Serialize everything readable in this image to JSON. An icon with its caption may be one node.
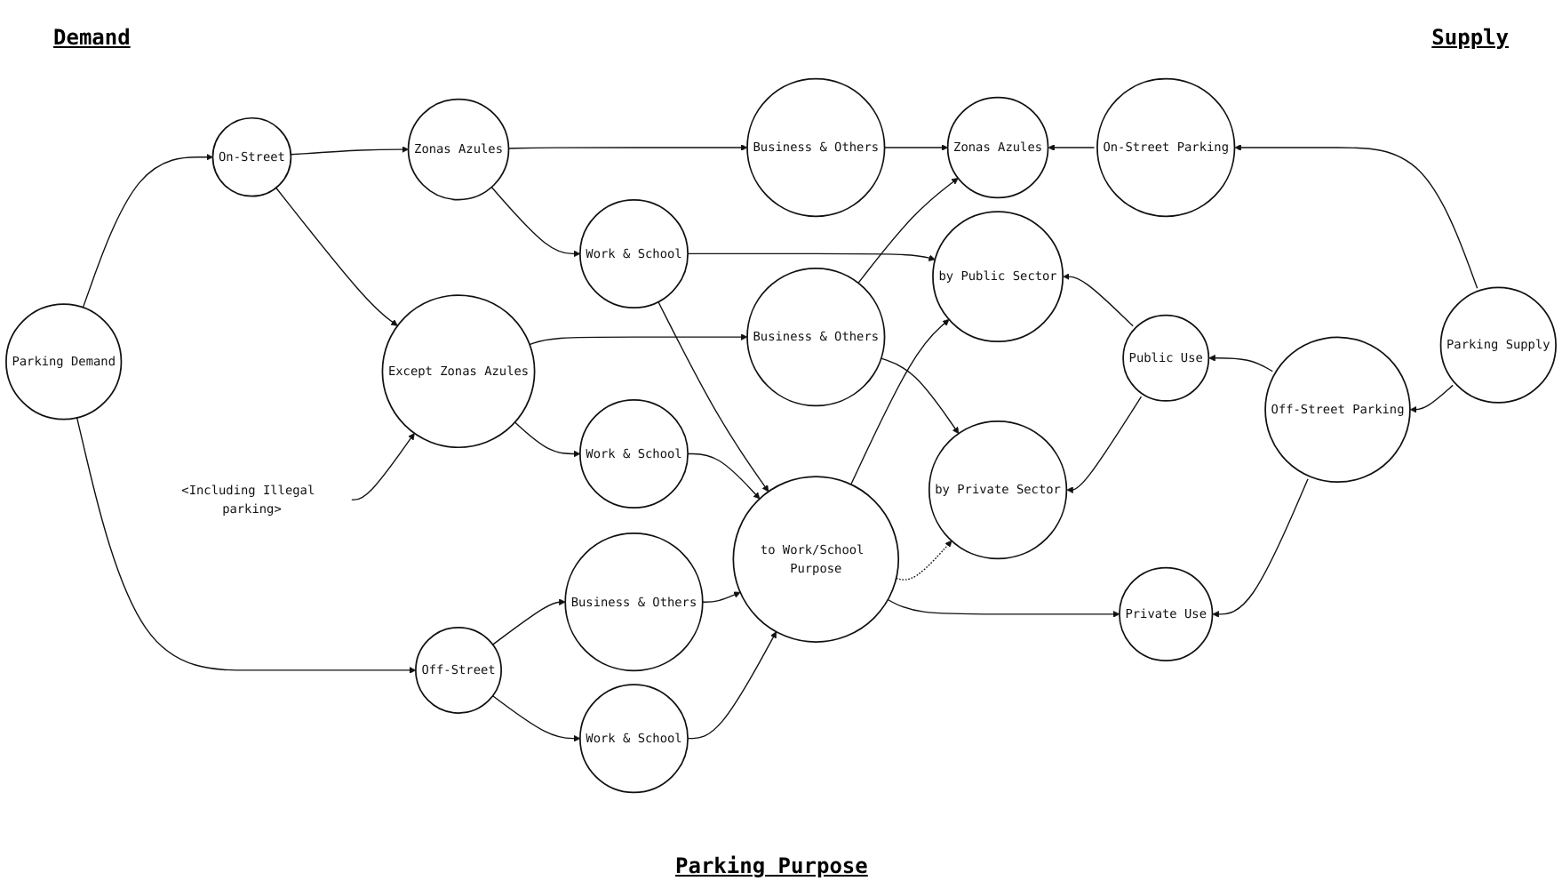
{
  "diagram": {
    "nodes": [
      {
        "text": [
          "Parking Demand"
        ]
      },
      {
        "text": [
          "On-Street"
        ]
      },
      {
        "text": [
          "Off-Street"
        ]
      },
      {
        "text": [
          "Zonas Azules"
        ]
      },
      {
        "text": [
          "Except Zonas Azules"
        ]
      },
      {
        "text": [
          "Business & Others"
        ]
      },
      {
        "text": [
          "Work & School"
        ]
      },
      {
        "text": [
          "Business & Others"
        ]
      },
      {
        "text": [
          "Work & School"
        ]
      },
      {
        "text": [
          "Business & Others"
        ]
      },
      {
        "text": [
          "Work & School"
        ]
      },
      {
        "text": [
          "to Work/School Purpose"
        ]
      },
      {
        "text": [
          "Zonas Azules"
        ]
      },
      {
        "text": [
          "by Public Sector"
        ]
      },
      {
        "text": [
          "by Private Sector"
        ]
      },
      {
        "text": [
          "Public Use"
        ]
      },
      {
        "text": [
          "Private Use"
        ]
      },
      {
        "text": [
          "On-Street Parking"
        ]
      },
      {
        "text": [
          "Off-Street Parking"
        ]
      },
      {
        "text": [
          "Parking Supply"
        ]
      },
      {
        "text": [
          "<Including Illegal parking>"
        ]
      }
    ],
    "edges": [
      {
        "from": 0,
        "to": 1,
        "arrow": "to"
      },
      {
        "from": 0,
        "to": 2,
        "arrow": "to"
      },
      {
        "from": 1,
        "to": 3,
        "arrow": "to"
      },
      {
        "from": 1,
        "to": 4,
        "arrow": "to"
      },
      {
        "from": 3,
        "to": 5,
        "arrow": "to"
      },
      {
        "from": 3,
        "to": 6,
        "arrow": "to"
      },
      {
        "from": 4,
        "to": 7,
        "arrow": "to"
      },
      {
        "from": 4,
        "to": 8,
        "arrow": "to"
      },
      {
        "from": 2,
        "to": 9,
        "arrow": "to"
      },
      {
        "from": 2,
        "to": 10,
        "arrow": "to"
      },
      {
        "from": 20,
        "to": 4,
        "arrow": "to"
      },
      {
        "from": 5,
        "to": 12,
        "arrow": "to"
      },
      {
        "from": 7,
        "to": 12,
        "arrow": "to"
      },
      {
        "from": 7,
        "to": 14,
        "arrow": "to"
      },
      {
        "from": 6,
        "to": 13,
        "arrow": "to"
      },
      {
        "from": 6,
        "to": 11,
        "arrow": "to"
      },
      {
        "from": 8,
        "to": 11,
        "arrow": "to"
      },
      {
        "from": 9,
        "to": 11,
        "arrow": "to"
      },
      {
        "from": 10,
        "to": 11,
        "arrow": "to"
      },
      {
        "from": 11,
        "to": 13,
        "arrow": "to"
      },
      {
        "from": 11,
        "to": 14,
        "arrow": "to",
        "style": "dashed"
      },
      {
        "from": 11,
        "to": 16,
        "arrow": "to"
      },
      {
        "from": 19,
        "to": 17,
        "arrow": "to"
      },
      {
        "from": 19,
        "to": 18,
        "arrow": "to"
      },
      {
        "from": 17,
        "to": 12,
        "arrow": "to"
      },
      {
        "from": 18,
        "to": 15,
        "arrow": "to"
      },
      {
        "from": 18,
        "to": 16,
        "arrow": "to"
      },
      {
        "from": 15,
        "to": 13,
        "arrow": "to"
      },
      {
        "from": 15,
        "to": 14,
        "arrow": "to"
      }
    ],
    "labels": [
      "Demand",
      "Supply",
      "Parking Purpose"
    ]
  }
}
